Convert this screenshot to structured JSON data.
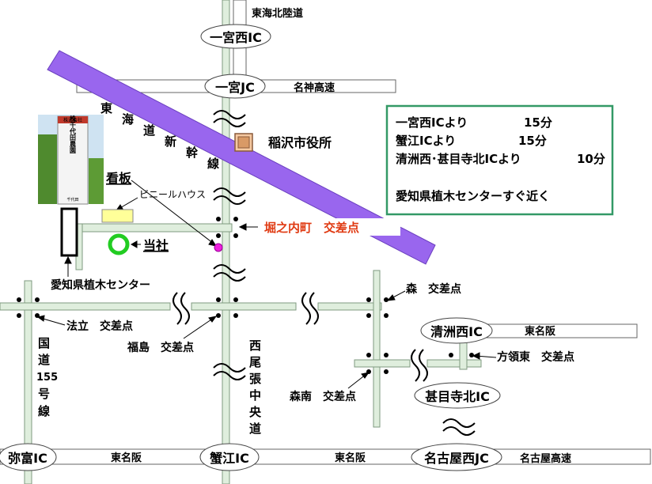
{
  "colors": {
    "road_fill": "#dfeedd",
    "road_stroke": "#7f9a80",
    "expressway_fill": "#ffffff",
    "expressway_stroke": "#666666",
    "shinkansen": "#9966ee",
    "accent_red": "#e03a12",
    "info_border": "#339966",
    "company_ring": "#22cc22",
    "sign_dot": "#ee22dd",
    "city_hall": "#f5c8a0",
    "vinyl_house": "#ffff99"
  },
  "highways": {
    "tokai_hokuriku": "東海北陸道",
    "meishin": "名神高速",
    "tomei_west": "東名阪",
    "tomei_bottom_left": "東名阪",
    "tomei_right": "東名阪",
    "nagoya_kosoku": "名古屋高速"
  },
  "interchanges": {
    "ichinomiya_nishi": "一宮西IC",
    "ichinomiya_jc": "一宮JC",
    "kiyosu_nishi": "清洲西IC",
    "jimokuji_kita": "甚目寺北IC",
    "yatomi": "弥富IC",
    "kanie": "蟹江IC",
    "nagoya_nishi_jc": "名古屋西JC"
  },
  "shinkansen_label": [
    "東",
    "海",
    "道",
    "新",
    "幹",
    "線"
  ],
  "places": {
    "inazawa_city_hall": "稲沢市役所",
    "kanban": "看板",
    "vinyl_house": "ビニールハウス",
    "company": "当社",
    "tree_center": "愛知県植木センター"
  },
  "intersections": {
    "horinouchi": "堀之内町　交差点",
    "mori": "森　交差点",
    "horitsu": "法立　交差点",
    "fukushima": "福島　交差点",
    "morinami": "森南　交差点",
    "horyo_higashi": "方領東　交差点"
  },
  "roads": {
    "national_155": [
      "国",
      "道",
      "155",
      "号",
      "線"
    ],
    "nishi_owari": [
      "西",
      "尾",
      "張",
      "中",
      "央",
      "道"
    ]
  },
  "info_box": {
    "lines": [
      {
        "from": "一宮西ICより",
        "time": "15分"
      },
      {
        "from": "蟹江ICより",
        "time": "15分"
      },
      {
        "from": "清洲西･甚目寺北ICより",
        "time": "10分"
      }
    ],
    "note": "愛知県植木センターすぐ近く"
  },
  "photo_sign": {
    "top": "株式会社",
    "name": "株千代田農園",
    "small": "千代田"
  }
}
